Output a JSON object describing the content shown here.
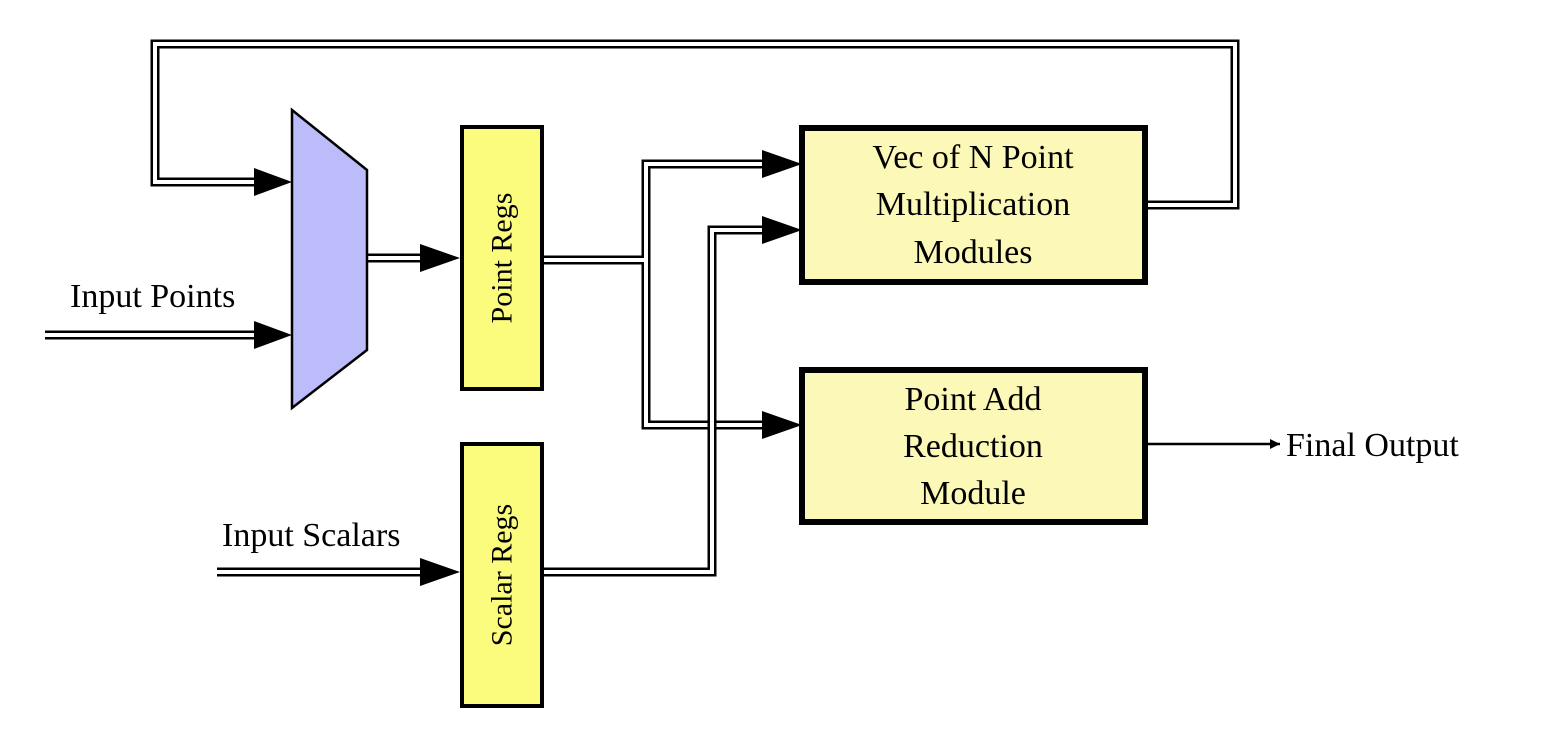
{
  "labels": {
    "input_points": "Input Points",
    "input_scalars": "Input Scalars",
    "point_regs": "Point Regs",
    "scalar_regs": "Scalar Regs",
    "vec_module": [
      "Vec of N Point",
      "Multiplication",
      "Modules"
    ],
    "add_module": [
      "Point Add",
      "Reduction",
      "Module"
    ],
    "final_output": "Final Output"
  },
  "colors": {
    "register_fill": "#fbfb7d",
    "module_fill": "#fbf8b8",
    "mux_fill": "#bcbcfb",
    "stroke": "#000000"
  }
}
